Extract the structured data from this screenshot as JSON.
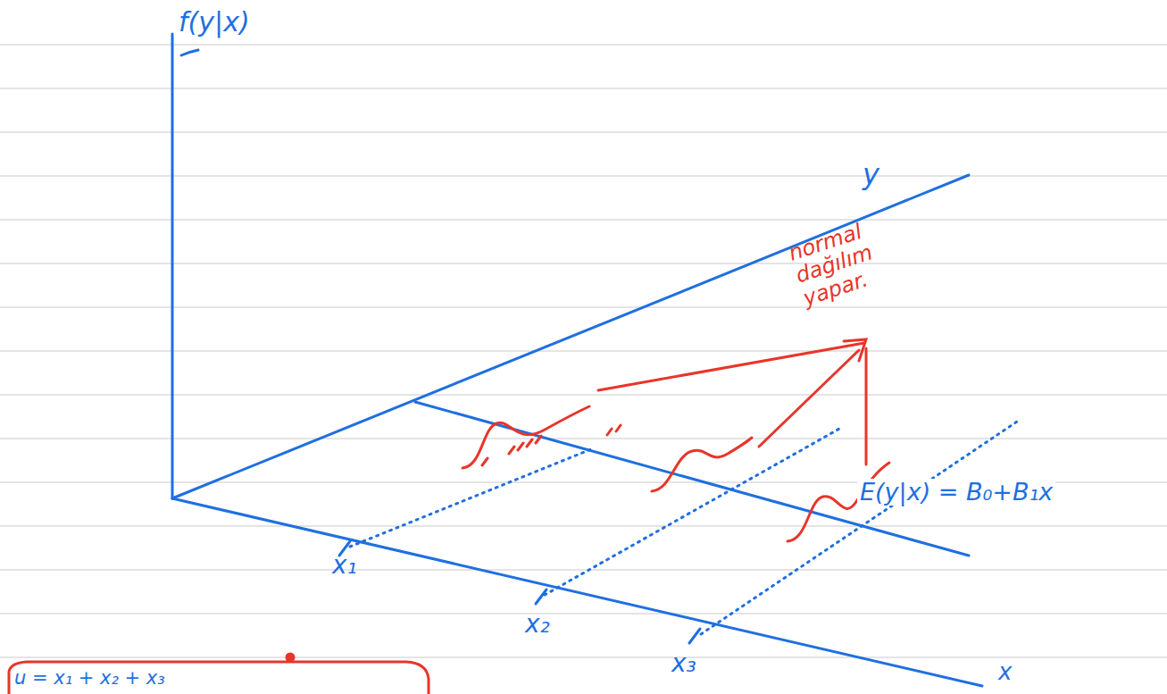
{
  "diagram": {
    "labels": [
      "f(y|x)",
      "y",
      "normal dağılım yapar.",
      "E(y|x) = B₀+B₁x",
      "x₁",
      "x₂",
      "x₃",
      "x",
      "u = x₁ + x₂ + x₃"
    ]
  }
}
